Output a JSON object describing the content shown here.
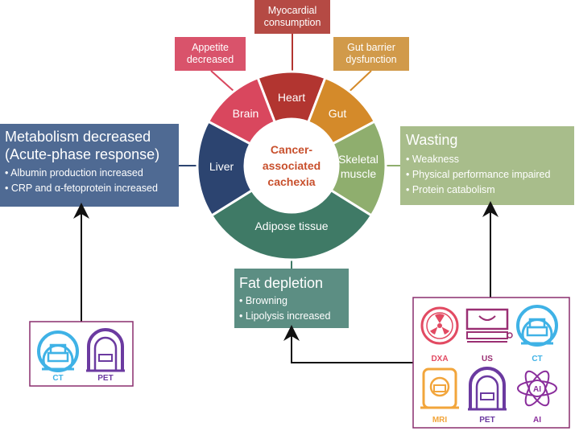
{
  "center": {
    "label": "Cancer-associated cachexia",
    "line1": "Cancer-",
    "line2": "associated",
    "line3": "cachexia"
  },
  "ring": {
    "brain": "Brain",
    "heart": "Heart",
    "gut": "Gut",
    "skeletal_line1": "Skeletal",
    "skeletal_line2": "muscle",
    "adipose": "Adipose  tissue",
    "liver": "Liver"
  },
  "top_boxes": {
    "appetite_line1": "Appetite",
    "appetite_line2": "decreased",
    "myocardial_line1": "Myocardial",
    "myocardial_line2": "consumption",
    "gut_line1": "Gut barrier",
    "gut_line2": "dysfunction"
  },
  "metabolism": {
    "title_line1": "Metabolism decreased",
    "title_line2": "(Acute-phase response)",
    "items": [
      "• Albumin production increased",
      "• CRP and α-fetoprotein increased"
    ]
  },
  "wasting": {
    "title": "Wasting",
    "items": [
      "• Weakness",
      "• Physical performance impaired",
      "• Protein catabolism"
    ]
  },
  "fat": {
    "title": "Fat depletion",
    "items": [
      "• Browning",
      "• Lipolysis increased"
    ]
  },
  "imaging_left": [
    "CT",
    "PET"
  ],
  "imaging_right": [
    "DXA",
    "US",
    "CT",
    "MRI",
    "PET",
    "AI"
  ],
  "colors": {
    "brain": "#d9475e",
    "heart": "#b23530",
    "gut": "#d48a2a",
    "skeletal": "#8fae6e",
    "adipose": "#3f7a66",
    "liver": "#2c4470",
    "center_text": "#c8502d",
    "metabolism_box": "#4f6a93",
    "wasting_box": "#a8bd8b",
    "fat_box": "#5c8e83",
    "frame": "#8a2e6e",
    "ct": "#3fb2e6",
    "pet": "#6b3aa0",
    "dxa": "#e24a62",
    "us": "#9a2f73",
    "mri": "#f2a53b",
    "ai": "#8a2e9c"
  }
}
